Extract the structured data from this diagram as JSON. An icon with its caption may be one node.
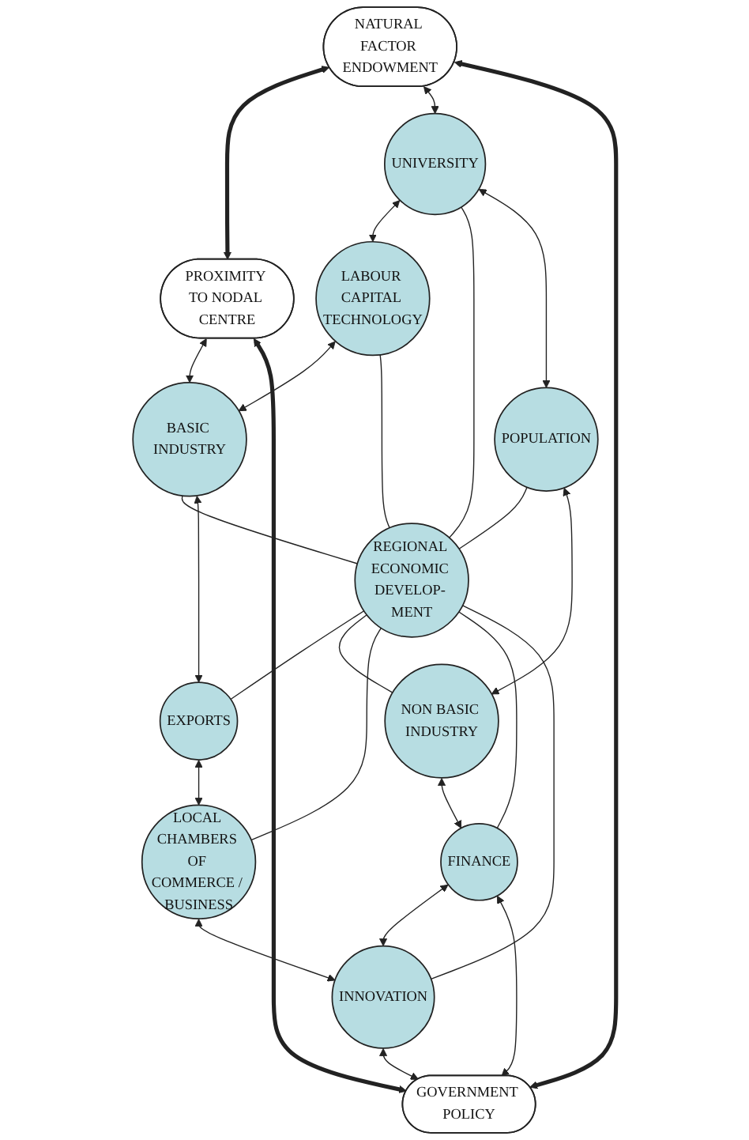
{
  "diagram": {
    "nodes": [
      {
        "text": [
          "NATURAL FACTOR ENDOWMENT"
        ]
      },
      {
        "text": [
          "PROXIMITY TO NODAL CENTRE"
        ]
      },
      {
        "text": [
          "LABOUR CAPITAL TECHNOLOGY"
        ]
      },
      {
        "text": [
          "UNIVERSITY"
        ]
      },
      {
        "text": [
          "BASIC INDUSTRY"
        ]
      },
      {
        "text": [
          "POPULATION"
        ]
      },
      {
        "text": [
          "REGIONAL ECONOMIC DEVELOP- MENT"
        ]
      },
      {
        "text": [
          "EXPORTS"
        ]
      },
      {
        "text": [
          "NON BASIC INDUSTRY"
        ]
      },
      {
        "text": [
          "LOCAL CHAMBERS OF COMMERCE / BUSINESS"
        ]
      },
      {
        "text": [
          "FINANCE"
        ]
      },
      {
        "text": [
          "INNOVATION"
        ]
      },
      {
        "text": [
          "GOVERNMENT POLICY"
        ]
      }
    ],
    "edges": [
      {
        "from": 0,
        "to": 1,
        "arrow": "both",
        "style": "thick"
      },
      {
        "from": 0,
        "to": 3,
        "arrow": "both"
      },
      {
        "from": 1,
        "to": 4,
        "arrow": "both"
      },
      {
        "from": 3,
        "to": 2,
        "arrow": "both"
      },
      {
        "from": 2,
        "to": 4,
        "arrow": "both"
      },
      {
        "from": 2,
        "to": 6,
        "arrow": "none"
      },
      {
        "from": 3,
        "to": 6,
        "arrow": "none"
      },
      {
        "from": 4,
        "to": 6,
        "arrow": "none"
      },
      {
        "from": 3,
        "to": 5,
        "arrow": "both"
      },
      {
        "from": 4,
        "to": 7,
        "arrow": "both"
      },
      {
        "from": 5,
        "to": 6,
        "arrow": "none"
      },
      {
        "from": 6,
        "to": 7,
        "arrow": "none"
      },
      {
        "from": 5,
        "to": 8,
        "arrow": "both"
      },
      {
        "from": 7,
        "to": 9,
        "arrow": "both"
      },
      {
        "from": 6,
        "to": 8,
        "arrow": "none"
      },
      {
        "from": 6,
        "to": 9,
        "arrow": "none"
      },
      {
        "from": 6,
        "to": 10,
        "arrow": "none"
      },
      {
        "from": 6,
        "to": 11,
        "arrow": "none"
      },
      {
        "from": 8,
        "to": 10,
        "arrow": "both"
      },
      {
        "from": 10,
        "to": 11,
        "arrow": "both"
      },
      {
        "from": 9,
        "to": 11,
        "arrow": "both"
      },
      {
        "from": 10,
        "to": 12,
        "arrow": "both"
      },
      {
        "from": 11,
        "to": 12,
        "arrow": "both"
      },
      {
        "from": 0,
        "to": 12,
        "arrow": "both",
        "style": "thick"
      },
      {
        "from": 1,
        "to": 12,
        "arrow": "both",
        "style": "thick"
      }
    ]
  }
}
